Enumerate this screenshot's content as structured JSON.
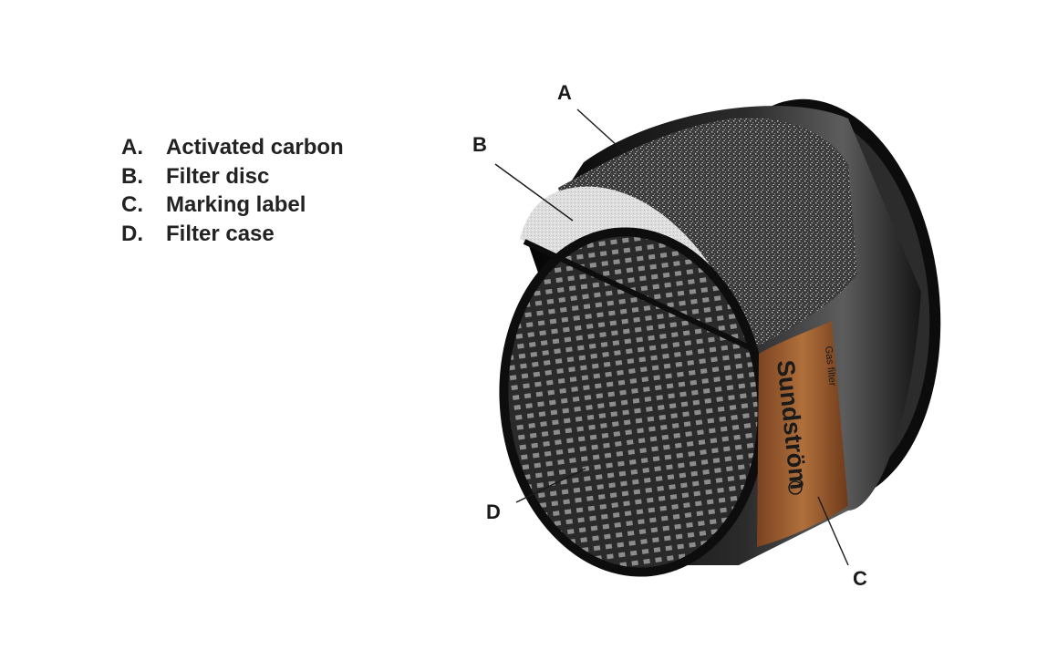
{
  "legend": [
    {
      "letter": "A.",
      "label": "Activated carbon"
    },
    {
      "letter": "B.",
      "label": "Filter disc"
    },
    {
      "letter": "C.",
      "label": "Marking label"
    },
    {
      "letter": "D.",
      "label": "Filter case"
    }
  ],
  "callouts": {
    "a": "A",
    "b": "B",
    "c": "C",
    "d": "D"
  },
  "label_text": {
    "brand": "Sundström",
    "product": "Gas filter"
  },
  "colors": {
    "case": "#111111",
    "carbon": "#3c3c3c",
    "disc": "#dcdcdc",
    "label": "#9a5a2c",
    "grid": "#8a8a8a"
  }
}
